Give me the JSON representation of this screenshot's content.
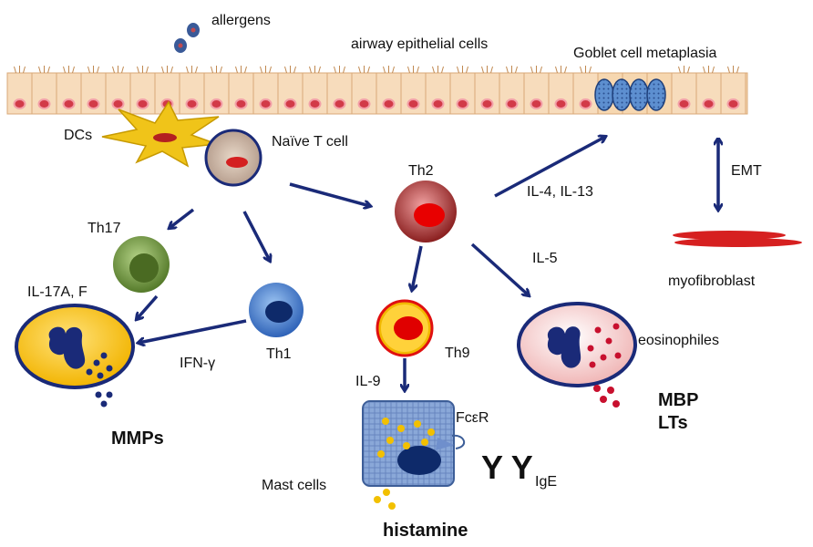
{
  "labels": {
    "allergens": "allergens",
    "airway_epithelial_cells": "airway epithelial cells",
    "goblet_cell_metaplasia": "Goblet cell metaplasia",
    "dcs": "DCs",
    "naive_t_cell": "Naïve T cell",
    "th2": "Th2",
    "il4_il13": "IL-4, IL-13",
    "emt": "EMT",
    "th17": "Th17",
    "il17a_f": "IL-17A, F",
    "th1": "Th1",
    "ifn_gamma": "IFN-γ",
    "mmps": "MMPs",
    "th9": "Th9",
    "il9": "IL-9",
    "il5": "IL-5",
    "eosinophiles": "eosinophiles",
    "myofibroblast": "myofibroblast",
    "mbp": "MBP",
    "lts": "LTs",
    "fceR": "FcεR",
    "ige_y": "Y Y",
    "ige": "IgE",
    "mast_cells": "Mast cells",
    "histamine": "histamine"
  },
  "colors": {
    "arrow": "#1a2a78",
    "epithelium": "#f6d7b0",
    "nucleus_red": "#c0323c",
    "goblet": "#3a6fb5",
    "dc": "#f0c419",
    "th2": "#a83232",
    "th17": "#6e9a3a",
    "th1": "#4a7fd0",
    "th9": "#f2b800",
    "neutrophil": "#f7c531",
    "eosinophil": "#f4c8c8",
    "mast": "#7a9bd1",
    "myofibroblast": "#d62020"
  }
}
